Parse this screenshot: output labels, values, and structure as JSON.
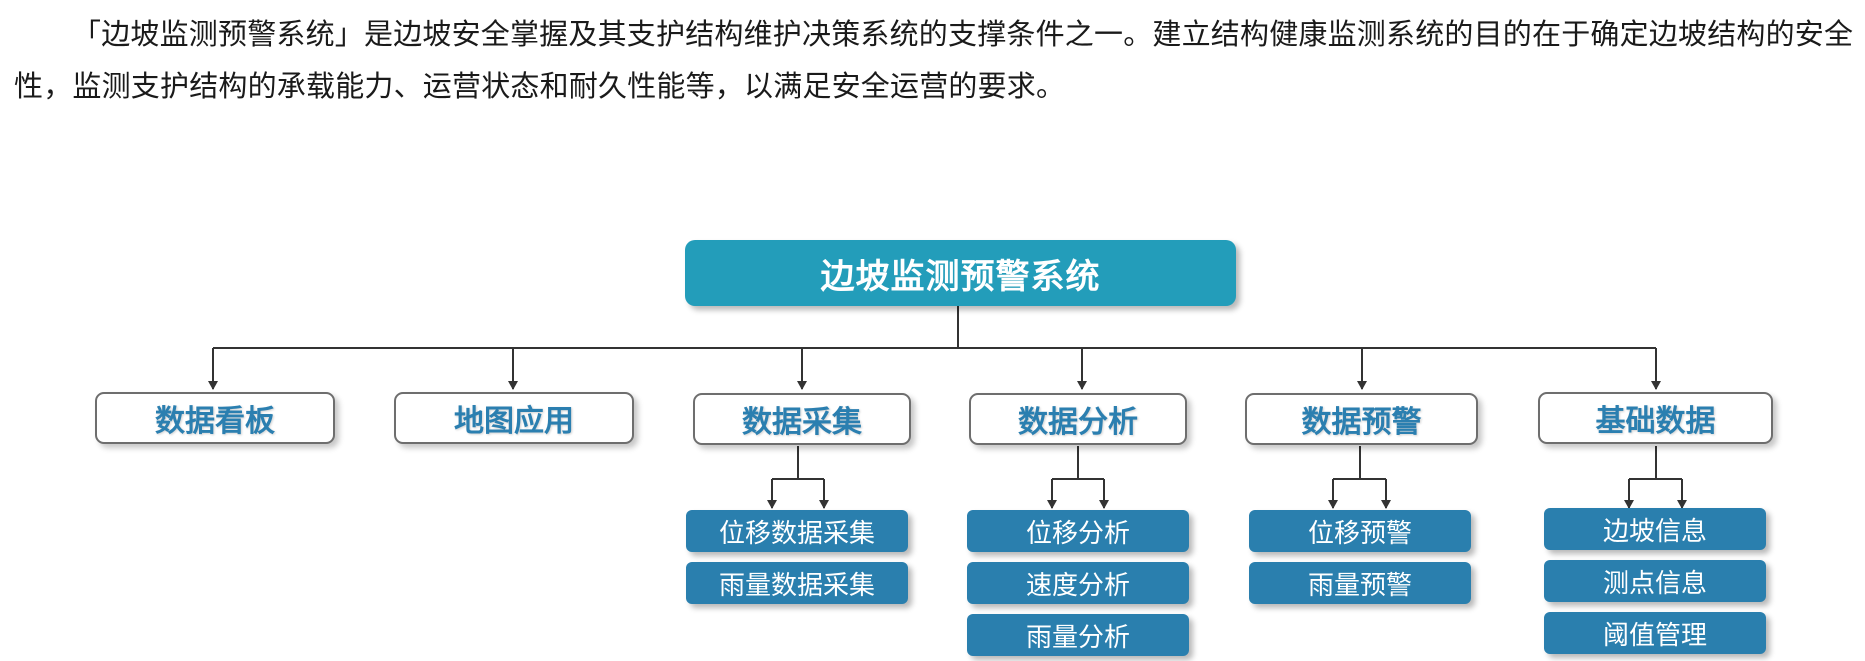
{
  "intro": "「边坡监测预警系统」是边坡安全掌握及其支护结构维护决策系统的支撑条件之一。建立结构健康监测系统的目的在于确定边坡结构的安全性，监测支护结构的承载能力、运营状态和耐久性能等，以满足安全运营的要求。",
  "colors": {
    "root": "#239dba",
    "category_text": "#2b7fb0",
    "leaf": "#2a7fae",
    "connector": "#333333"
  },
  "diagram": {
    "root": "边坡监测预警系统",
    "categories": [
      {
        "label": "数据看板",
        "children": []
      },
      {
        "label": "地图应用",
        "children": []
      },
      {
        "label": "数据采集",
        "children": [
          "位移数据采集",
          "雨量数据采集"
        ]
      },
      {
        "label": "数据分析",
        "children": [
          "位移分析",
          "速度分析",
          "雨量分析"
        ]
      },
      {
        "label": "数据预警",
        "children": [
          "位移预警",
          "雨量预警"
        ]
      },
      {
        "label": "基础数据",
        "children": [
          "边坡信息",
          "测点信息",
          "阈值管理"
        ]
      }
    ]
  }
}
